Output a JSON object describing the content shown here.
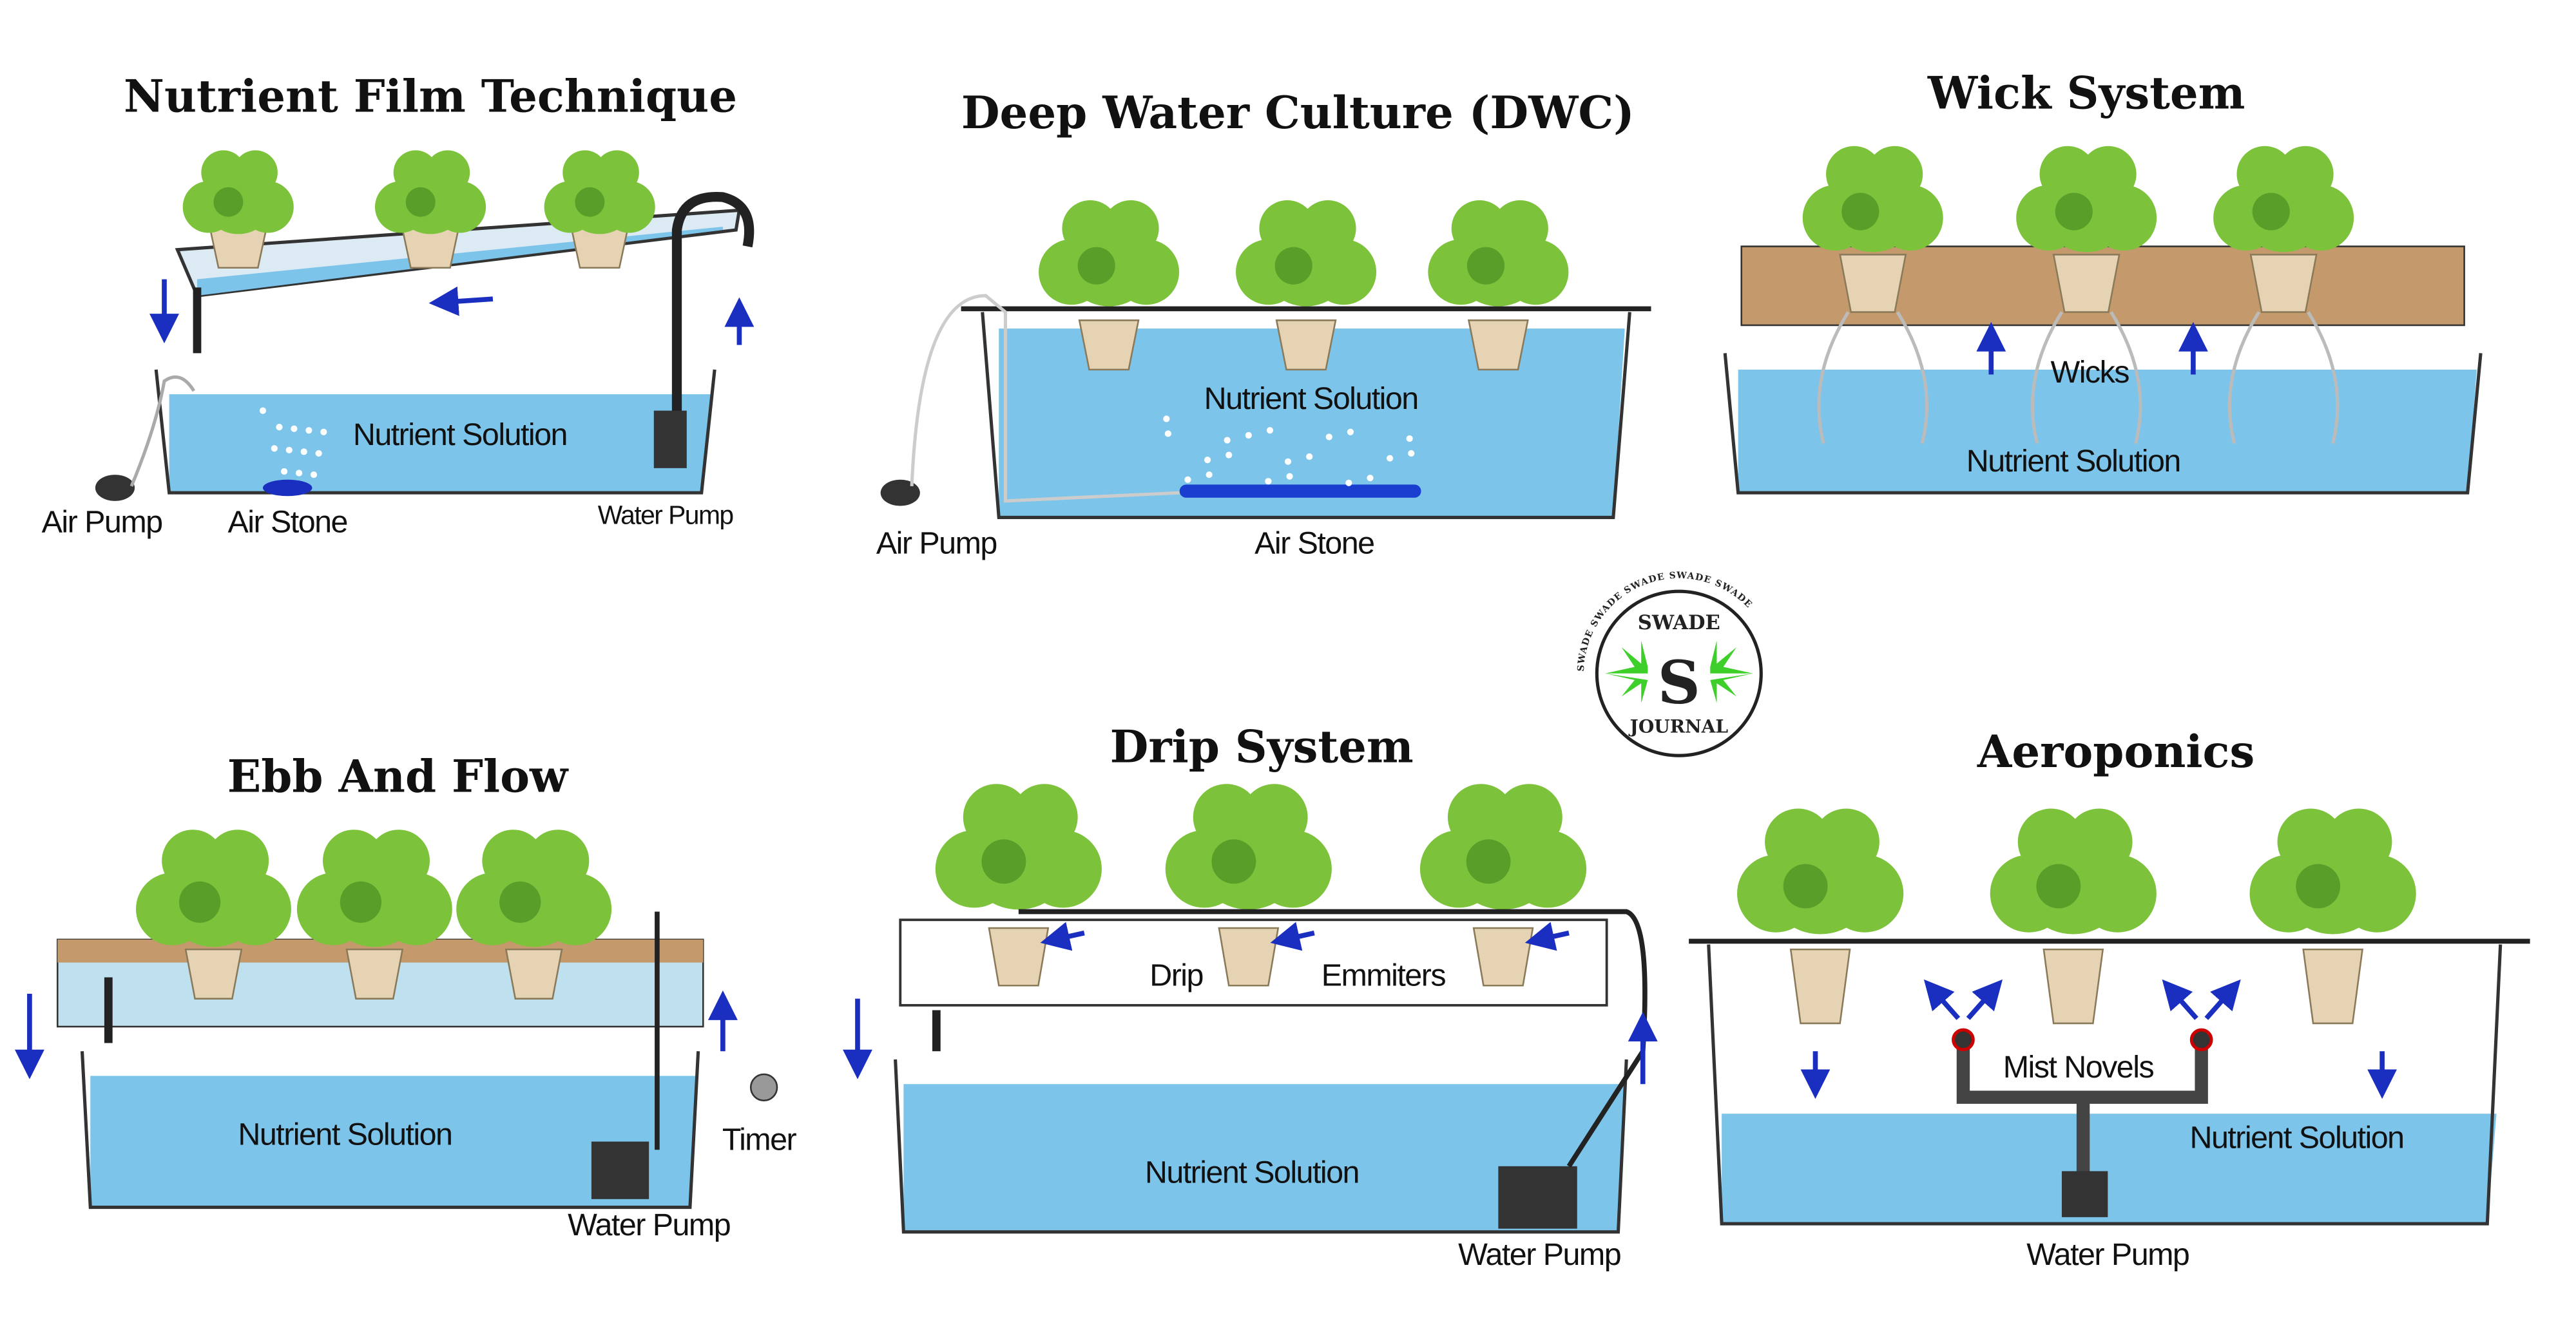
{
  "colors": {
    "water": "#7cc4ea",
    "plant": "#7cc23a",
    "plant_dark": "#5a9e2a",
    "pot": "#e6d3b3",
    "media": "#c49a6c",
    "arrow": "#1a2fc0",
    "logo_leaf": "#3ecf2a"
  },
  "panels": {
    "nft": {
      "title": "Nutrient Film Technique",
      "solution": "Nutrient Solution",
      "air_pump": "Air Pump",
      "air_stone": "Air Stone",
      "water_pump": "Water Pump"
    },
    "dwc": {
      "title": "Deep Water Culture (DWC)",
      "solution": "Nutrient Solution",
      "air_pump": "Air Pump",
      "air_stone": "Air Stone"
    },
    "wick": {
      "title": "Wick System",
      "wicks": "Wicks",
      "solution": "Nutrient Solution"
    },
    "ebb": {
      "title": "Ebb And Flow",
      "solution": "Nutrient Solution",
      "timer": "Timer",
      "water_pump": "Water Pump"
    },
    "drip": {
      "title": "Drip System",
      "drip": "Drip",
      "emitters": "Emmiters",
      "solution": "Nutrient Solution",
      "water_pump": "Water Pump"
    },
    "aero": {
      "title": "Aeroponics",
      "mist": "Mist Novels",
      "solution": "Nutrient Solution",
      "water_pump": "Water Pump"
    }
  },
  "logo": {
    "top": "SWADE",
    "letter": "S",
    "bottom": "JOURNAL",
    "ring": "SWADE SWADE SWADE SWADE SWADE SWADE SWADE SWADE SWADE SWADE"
  }
}
